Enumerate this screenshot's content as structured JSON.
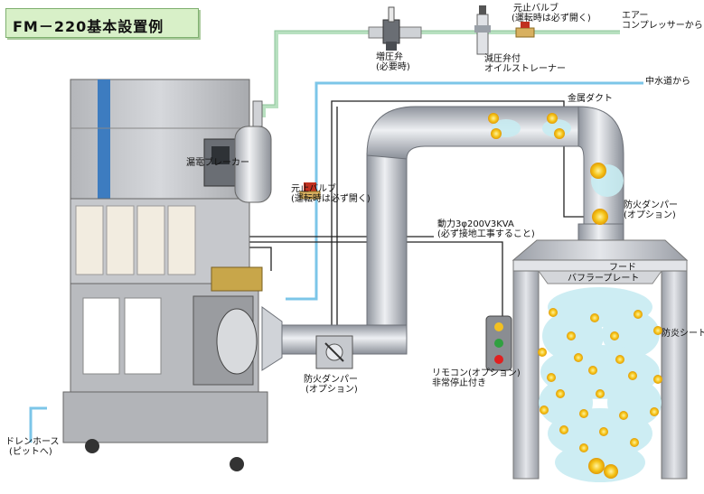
{
  "title": "FM－220基本設置例",
  "labels": {
    "motorized_valve_l1": "増圧弁",
    "motorized_valve_l2": "(必要時)",
    "main_valve_top_l1": "元止バルブ",
    "main_valve_top_l2": "(運転時は必ず開く)",
    "air_comp_l1": "エアー",
    "air_comp_l2": "コンプレッサーから",
    "reducer_l1": "減圧弁付",
    "reducer_l2": "オイルストレーナー",
    "city_water": "中水道から",
    "metal_duct": "金属ダクト",
    "leak_breaker": "漏電ブレーカー",
    "main_valve_mid_l1": "元止バルブ",
    "main_valve_mid_l2": "(運転時は必ず開く)",
    "fire_damper_right_l1": "防火ダンパー",
    "fire_damper_right_l2": "(オプション)",
    "power_l1": "動力3φ200V3KVA",
    "power_l2": "(必ず接地工事すること)",
    "hood": "フード",
    "baffle": "バフラープレート",
    "fireproof_sheet": "防炎シート",
    "remote_l1": "リモコン(オプション)",
    "remote_l2": "非常停止付き",
    "fire_damper_left_l1": "防火ダンパー",
    "fire_damper_left_l2": "(オプション)",
    "drain_l1": "ドレンホース",
    "drain_l2": "(ピットへ)"
  },
  "colors": {
    "air_line": "#b8e0c0",
    "water_line": "#7cc6e8",
    "wire": "#222222",
    "duct": "#b8bcc4",
    "hood": "#c8c8cc",
    "steam": "#c8ecf2",
    "flame": "#f2c21a",
    "lamp_red": "#e02020",
    "lamp_yellow": "#f2c020",
    "lamp_green": "#30a040"
  }
}
